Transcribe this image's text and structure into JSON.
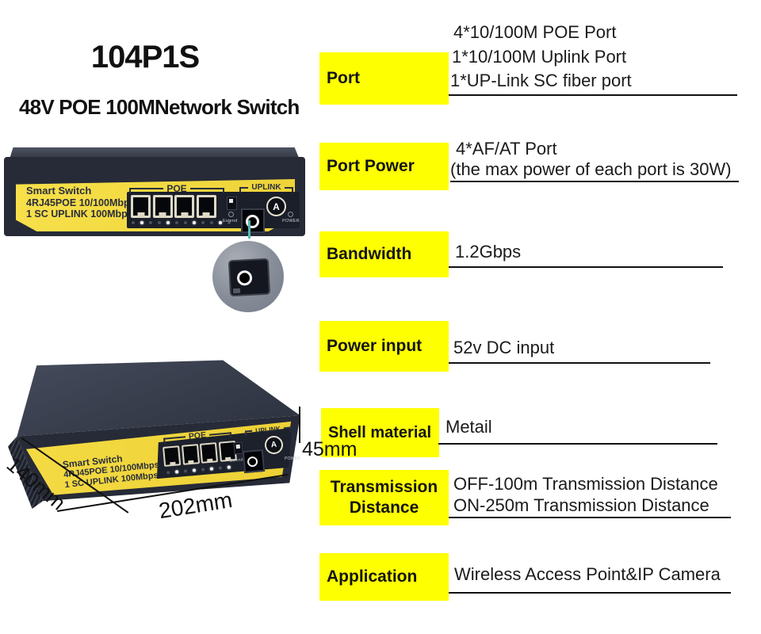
{
  "header": {
    "model": "104P1S",
    "subtitle": "48V POE 100MNetwork Switch"
  },
  "device": {
    "sticker_line1": "Smart Switch",
    "sticker_line2": "4RJ45POE 10/100Mbps",
    "sticker_line3": "1 SC UPLINK 100Mbps",
    "poe_label": "POE",
    "uplink_label": "UPLINK",
    "extend_label": "Extend",
    "power_label": "POWER",
    "uplink_port_badge": "A"
  },
  "dimensions": {
    "depth": "140mm",
    "width": "202mm",
    "height": "45mm"
  },
  "specs": [
    {
      "label": "Port",
      "values": [
        "4*10/100M POE Port",
        "1*10/100M Uplink Port",
        "1*UP-Link SC fiber port"
      ]
    },
    {
      "label": "Port Power",
      "values": [
        "4*AF/AT Port",
        "(the max power of each port is 30W)"
      ]
    },
    {
      "label": "Bandwidth",
      "values": [
        "1.2Gbps"
      ]
    },
    {
      "label": "Power input",
      "values": [
        "52v DC input"
      ]
    },
    {
      "label": "Shell material",
      "values": [
        "Metail"
      ]
    },
    {
      "label": "Transmission Distance",
      "label_lines": [
        "Transmission",
        "Distance"
      ],
      "values": [
        "OFF-100m Transmission Distance",
        "ON-250m Transmission Distance"
      ]
    },
    {
      "label": "Application",
      "values": [
        "Wireless Access Point&IP Camera"
      ]
    }
  ],
  "colors": {
    "highlight_yellow": "#feff00",
    "sticker_yellow": "#f2d83b",
    "body_navy": "#272b37",
    "panel_dark": "#1b1f2a",
    "port_frame_cream": "#ded9c6",
    "fiber_cable_teal": "#55bab3",
    "underline_black": "#111111"
  }
}
